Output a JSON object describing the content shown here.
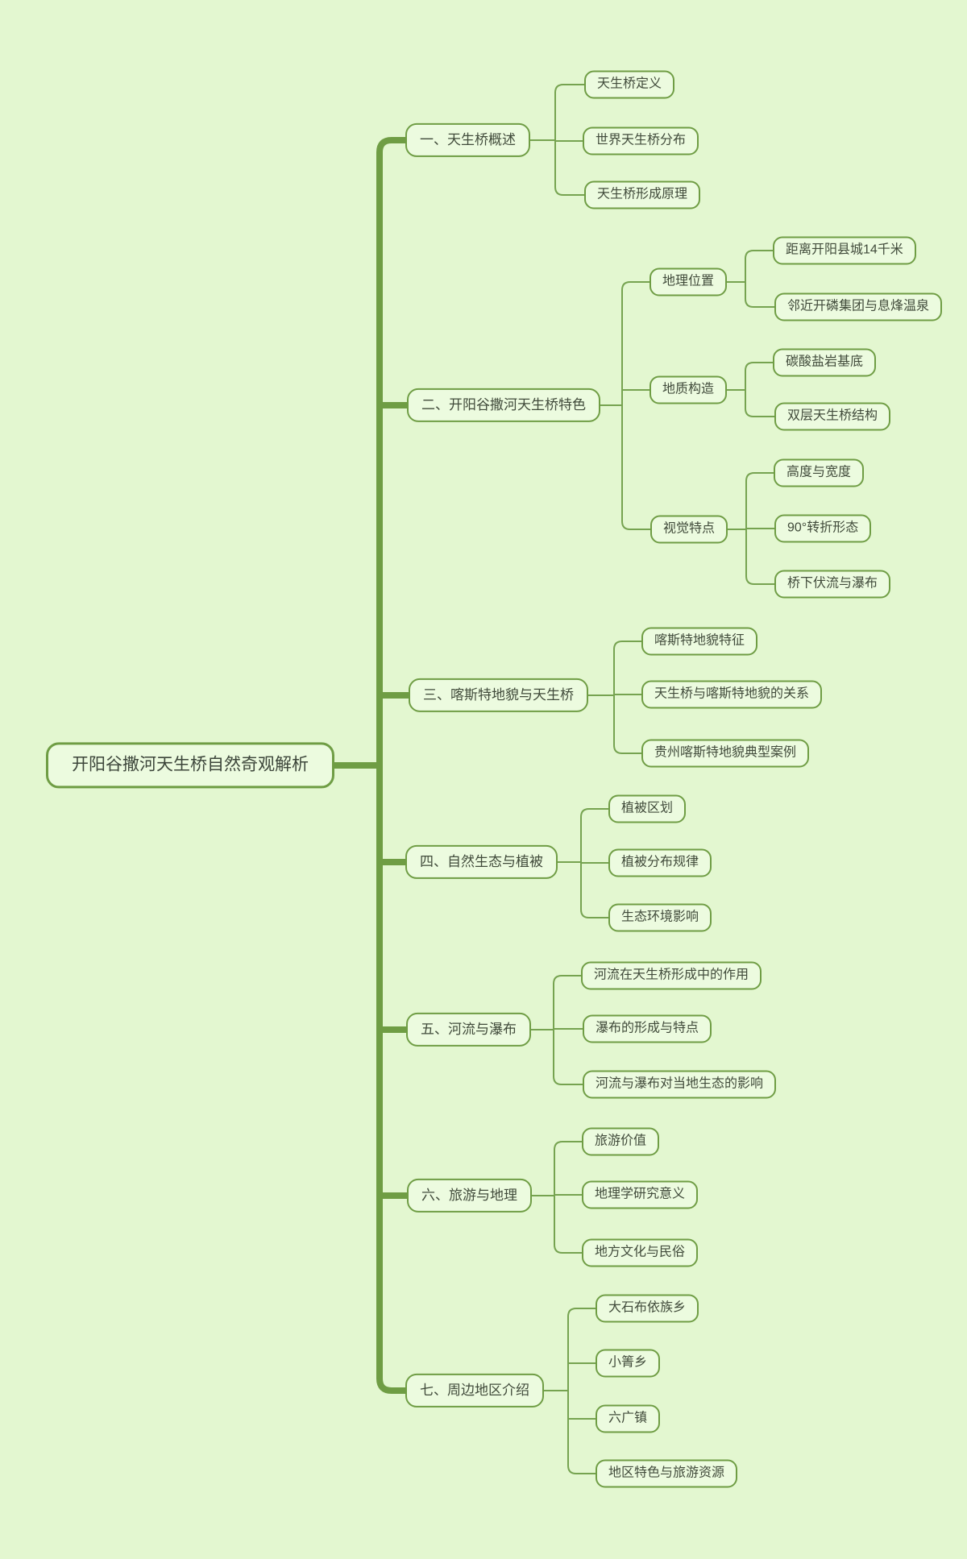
{
  "colors": {
    "background": "#e3f7d0",
    "node_fill": "#ecfbdf",
    "node_border": "#6f9d44",
    "spine": "#6f9d44",
    "connector": "#76a350",
    "text": "#414b3b"
  },
  "mindmap": {
    "root": {
      "label": "开阳谷撒河天生桥自然奇观解析"
    },
    "branches": [
      {
        "label": "一、天生桥概述",
        "children": [
          {
            "label": "天生桥定义"
          },
          {
            "label": "世界天生桥分布"
          },
          {
            "label": "天生桥形成原理"
          }
        ]
      },
      {
        "label": "二、开阳谷撒河天生桥特色",
        "children": [
          {
            "label": "地理位置",
            "children": [
              {
                "label": "距离开阳县城14千米"
              },
              {
                "label": "邻近开磷集团与息烽温泉"
              }
            ]
          },
          {
            "label": "地质构造",
            "children": [
              {
                "label": "碳酸盐岩基底"
              },
              {
                "label": "双层天生桥结构"
              }
            ]
          },
          {
            "label": "视觉特点",
            "children": [
              {
                "label": "高度与宽度"
              },
              {
                "label": "90°转折形态"
              },
              {
                "label": "桥下伏流与瀑布"
              }
            ]
          }
        ]
      },
      {
        "label": "三、喀斯特地貌与天生桥",
        "children": [
          {
            "label": "喀斯特地貌特征"
          },
          {
            "label": "天生桥与喀斯特地貌的关系"
          },
          {
            "label": "贵州喀斯特地貌典型案例"
          }
        ]
      },
      {
        "label": "四、自然生态与植被",
        "children": [
          {
            "label": "植被区划"
          },
          {
            "label": "植被分布规律"
          },
          {
            "label": "生态环境影响"
          }
        ]
      },
      {
        "label": "五、河流与瀑布",
        "children": [
          {
            "label": "河流在天生桥形成中的作用"
          },
          {
            "label": "瀑布的形成与特点"
          },
          {
            "label": "河流与瀑布对当地生态的影响"
          }
        ]
      },
      {
        "label": "六、旅游与地理",
        "children": [
          {
            "label": "旅游价值"
          },
          {
            "label": "地理学研究意义"
          },
          {
            "label": "地方文化与民俗"
          }
        ]
      },
      {
        "label": "七、周边地区介绍",
        "children": [
          {
            "label": "大石布依族乡"
          },
          {
            "label": "小箐乡"
          },
          {
            "label": "六广镇"
          },
          {
            "label": "地区特色与旅游资源"
          }
        ]
      }
    ]
  }
}
